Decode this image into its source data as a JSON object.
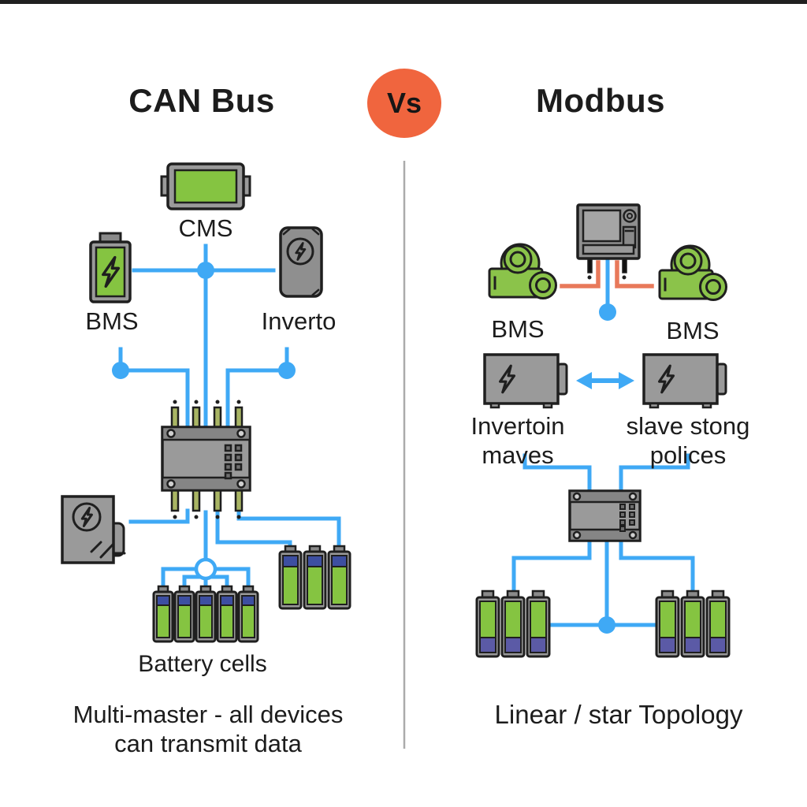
{
  "header": {
    "left_title": "CAN Bus",
    "vs_badge": "Vs",
    "right_title": "Modbus"
  },
  "left_panel": {
    "labels": {
      "cms": "CMS",
      "bms": "BMS",
      "inverter": "Inverto",
      "battery_cells": "Battery cells"
    },
    "caption": {
      "line1": "Multi-master - all devices",
      "line2": "can transmit data"
    }
  },
  "right_panel": {
    "labels": {
      "bms_left": "BMS",
      "bms_right": "BMS",
      "inverter_master_line1": "Invertoin",
      "inverter_master_line2": "maves",
      "inverter_slave_line1": "slave stong",
      "inverter_slave_line2": "polices"
    },
    "caption": "Linear / star Topology"
  },
  "colors": {
    "accent_blue": "#3fa9f5",
    "vs_orange": "#f0653e",
    "modbus_line_orange": "#e8795a",
    "battery_green": "#85c441",
    "pump_green": "#8bc34a",
    "device_gray": "#9a9a9a",
    "cell_navy": "#3d4fa1",
    "cell_purple": "#5b5aa6",
    "outline": "#1f1f1f"
  }
}
